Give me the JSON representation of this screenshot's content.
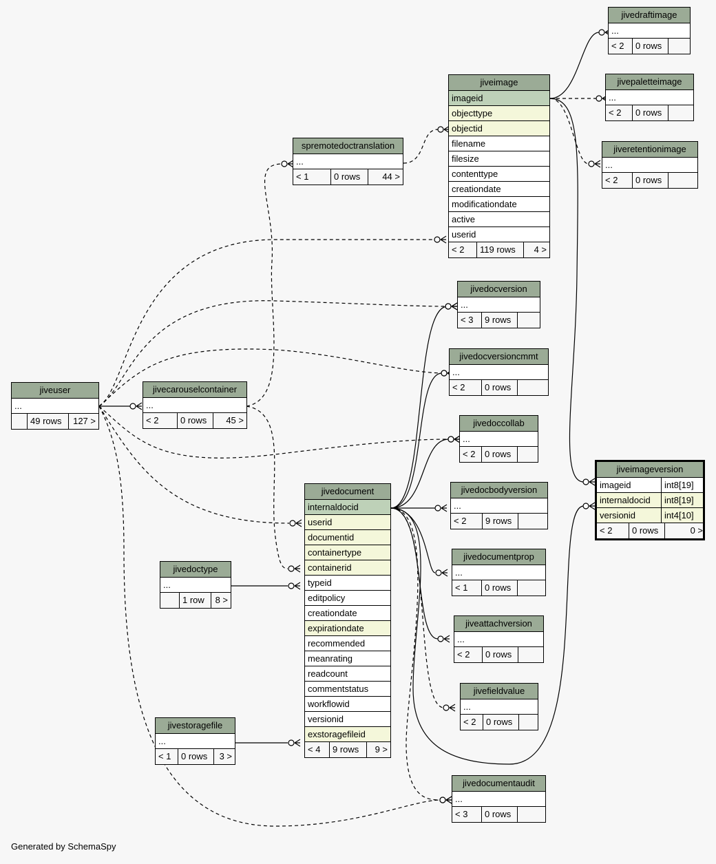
{
  "footer_text": "Generated by SchemaSpy",
  "colors": {
    "background": "#f7f7f7",
    "header": "#9bab96",
    "primary_key": "#bed1b8",
    "foreign_key": "#f4f7da",
    "plain": "#ffffff"
  },
  "tables": [
    {
      "id": "jivedraftimage",
      "name": "jivedraftimage",
      "columns": [
        {
          "name": "...",
          "kind": "plain"
        }
      ],
      "footer": [
        "< 2",
        "0 rows",
        ""
      ]
    },
    {
      "id": "jivepaletteimage",
      "name": "jivepaletteimage",
      "columns": [
        {
          "name": "...",
          "kind": "plain"
        }
      ],
      "footer": [
        "< 2",
        "0 rows",
        ""
      ]
    },
    {
      "id": "jiveretentionimage",
      "name": "jiveretentionimage",
      "columns": [
        {
          "name": "...",
          "kind": "plain"
        }
      ],
      "footer": [
        "< 2",
        "0 rows",
        ""
      ]
    },
    {
      "id": "jiveimage",
      "name": "jiveimage",
      "columns": [
        {
          "name": "imageid",
          "kind": "pk"
        },
        {
          "name": "objecttype",
          "kind": "fk"
        },
        {
          "name": "objectid",
          "kind": "fk"
        },
        {
          "name": "filename",
          "kind": "plain"
        },
        {
          "name": "filesize",
          "kind": "plain"
        },
        {
          "name": "contenttype",
          "kind": "plain"
        },
        {
          "name": "creationdate",
          "kind": "plain"
        },
        {
          "name": "modificationdate",
          "kind": "plain"
        },
        {
          "name": "active",
          "kind": "plain"
        },
        {
          "name": "userid",
          "kind": "plain"
        }
      ],
      "footer": [
        "< 2",
        "119 rows",
        "4 >"
      ]
    },
    {
      "id": "spremotedoctranslation",
      "name": "spremotedoctranslation",
      "columns": [
        {
          "name": "...",
          "kind": "plain"
        }
      ],
      "footer": [
        "< 1",
        "0 rows",
        "44 >"
      ]
    },
    {
      "id": "jivedocversion",
      "name": "jivedocversion",
      "columns": [
        {
          "name": "...",
          "kind": "plain"
        }
      ],
      "footer": [
        "< 3",
        "9 rows",
        ""
      ]
    },
    {
      "id": "jivedocversioncmmt",
      "name": "jivedocversioncmmt",
      "columns": [
        {
          "name": "...",
          "kind": "plain"
        }
      ],
      "footer": [
        "< 2",
        "0 rows",
        ""
      ]
    },
    {
      "id": "jiveuser",
      "name": "jiveuser",
      "columns": [
        {
          "name": "...",
          "kind": "plain"
        }
      ],
      "footer": [
        "",
        "49 rows",
        "127 >"
      ]
    },
    {
      "id": "jivecarouselcontainer",
      "name": "jivecarouselcontainer",
      "columns": [
        {
          "name": "...",
          "kind": "plain"
        }
      ],
      "footer": [
        "< 2",
        "0 rows",
        "45 >"
      ]
    },
    {
      "id": "jivedoccollab",
      "name": "jivedoccollab",
      "columns": [
        {
          "name": "...",
          "kind": "plain"
        }
      ],
      "footer": [
        "< 2",
        "0 rows",
        ""
      ]
    },
    {
      "id": "jiveimageversion",
      "name": "jiveimageversion",
      "focus": true,
      "columns": [
        {
          "name": "imageid",
          "type": "int8[19]",
          "kind": "plain"
        },
        {
          "name": "internaldocid",
          "type": "int8[19]",
          "kind": "fk"
        },
        {
          "name": "versionid",
          "type": "int4[10]",
          "kind": "fk"
        }
      ],
      "footer": [
        "< 2",
        "0 rows",
        "0 >"
      ]
    },
    {
      "id": "jivedocument",
      "name": "jivedocument",
      "columns": [
        {
          "name": "internaldocid",
          "kind": "pk"
        },
        {
          "name": "userid",
          "kind": "fk"
        },
        {
          "name": "documentid",
          "kind": "fk"
        },
        {
          "name": "containertype",
          "kind": "fk"
        },
        {
          "name": "containerid",
          "kind": "fk"
        },
        {
          "name": "typeid",
          "kind": "plain"
        },
        {
          "name": "editpolicy",
          "kind": "plain"
        },
        {
          "name": "creationdate",
          "kind": "plain"
        },
        {
          "name": "expirationdate",
          "kind": "fk"
        },
        {
          "name": "recommended",
          "kind": "plain"
        },
        {
          "name": "meanrating",
          "kind": "plain"
        },
        {
          "name": "readcount",
          "kind": "plain"
        },
        {
          "name": "commentstatus",
          "kind": "plain"
        },
        {
          "name": "workflowid",
          "kind": "plain"
        },
        {
          "name": "versionid",
          "kind": "plain"
        },
        {
          "name": "exstoragefileid",
          "kind": "fk"
        }
      ],
      "footer": [
        "< 4",
        "9 rows",
        "9 >"
      ]
    },
    {
      "id": "jivedocbodyversion",
      "name": "jivedocbodyversion",
      "columns": [
        {
          "name": "...",
          "kind": "plain"
        }
      ],
      "footer": [
        "< 2",
        "9 rows",
        ""
      ]
    },
    {
      "id": "jivedoctype",
      "name": "jivedoctype",
      "columns": [
        {
          "name": "...",
          "kind": "plain"
        }
      ],
      "footer": [
        "",
        "1 row",
        "8 >"
      ]
    },
    {
      "id": "jivedocumentprop",
      "name": "jivedocumentprop",
      "columns": [
        {
          "name": "...",
          "kind": "plain"
        }
      ],
      "footer": [
        "< 1",
        "0 rows",
        ""
      ]
    },
    {
      "id": "jiveattachversion",
      "name": "jiveattachversion",
      "columns": [
        {
          "name": "...",
          "kind": "plain"
        }
      ],
      "footer": [
        "< 2",
        "0 rows",
        ""
      ]
    },
    {
      "id": "jivefieldvalue",
      "name": "jivefieldvalue",
      "columns": [
        {
          "name": "...",
          "kind": "plain"
        }
      ],
      "footer": [
        "< 2",
        "0 rows",
        ""
      ]
    },
    {
      "id": "jivestoragefile",
      "name": "jivestoragefile",
      "columns": [
        {
          "name": "...",
          "kind": "plain"
        }
      ],
      "footer": [
        "< 1",
        "0 rows",
        "3 >"
      ]
    },
    {
      "id": "jivedocumentaudit",
      "name": "jivedocumentaudit",
      "columns": [
        {
          "name": "...",
          "kind": "plain"
        }
      ],
      "footer": [
        "< 3",
        "0 rows",
        ""
      ]
    }
  ],
  "relationships": [
    {
      "from": "jiveimage.imageid",
      "to": "jivedraftimage",
      "style": "solid"
    },
    {
      "from": "jiveimage.imageid",
      "to": "jivepaletteimage",
      "style": "dashed"
    },
    {
      "from": "jiveimage.imageid",
      "to": "jiveretentionimage",
      "style": "dashed"
    },
    {
      "from": "jiveimage.imageid",
      "to": "jiveimageversion.imageid",
      "style": "solid"
    },
    {
      "from": "spremotedoctranslation",
      "to": "jiveimage.objectid",
      "style": "dashed"
    },
    {
      "from": "jiveuser",
      "to": "jiveimage.userid",
      "style": "dashed"
    },
    {
      "from": "jivecarouselcontainer",
      "to": "spremotedoctranslation",
      "style": "dashed"
    },
    {
      "from": "jiveuser",
      "to": "jivedocversion",
      "style": "dashed"
    },
    {
      "from": "jiveuser",
      "to": "jivedocversioncmmt",
      "style": "dashed"
    },
    {
      "from": "jiveuser",
      "to": "jivecarouselcontainer",
      "style": "solid"
    },
    {
      "from": "jiveuser",
      "to": "jivedoccollab",
      "style": "dashed"
    },
    {
      "from": "jiveuser",
      "to": "jivedocument.userid",
      "style": "dashed"
    },
    {
      "from": "jiveuser",
      "to": "jivedocumentaudit",
      "style": "dashed"
    },
    {
      "from": "jivecarouselcontainer",
      "to": "jivedocument.containerid",
      "style": "dashed"
    },
    {
      "from": "jivedoctype",
      "to": "jivedocument.typeid",
      "style": "solid"
    },
    {
      "from": "jivestoragefile",
      "to": "jivedocument.exstoragefileid",
      "style": "solid"
    },
    {
      "from": "jivedocument.internaldocid",
      "to": "jivedocversion",
      "style": "solid"
    },
    {
      "from": "jivedocument.internaldocid",
      "to": "jivedocversioncmmt",
      "style": "solid"
    },
    {
      "from": "jivedocument.internaldocid",
      "to": "jivedoccollab",
      "style": "solid"
    },
    {
      "from": "jivedocument.internaldocid",
      "to": "jivedocbodyversion",
      "style": "solid"
    },
    {
      "from": "jivedocument.internaldocid",
      "to": "jivedocumentprop",
      "style": "solid"
    },
    {
      "from": "jivedocument.internaldocid",
      "to": "jiveattachversion",
      "style": "solid"
    },
    {
      "from": "jivedocument.internaldocid",
      "to": "jivefieldvalue",
      "style": "dashed"
    },
    {
      "from": "jivedocument.internaldocid",
      "to": "jivedocumentaudit",
      "style": "dashed"
    },
    {
      "from": "jivedocument.internaldocid",
      "to": "jiveimageversion.internaldocid",
      "style": "solid"
    }
  ]
}
